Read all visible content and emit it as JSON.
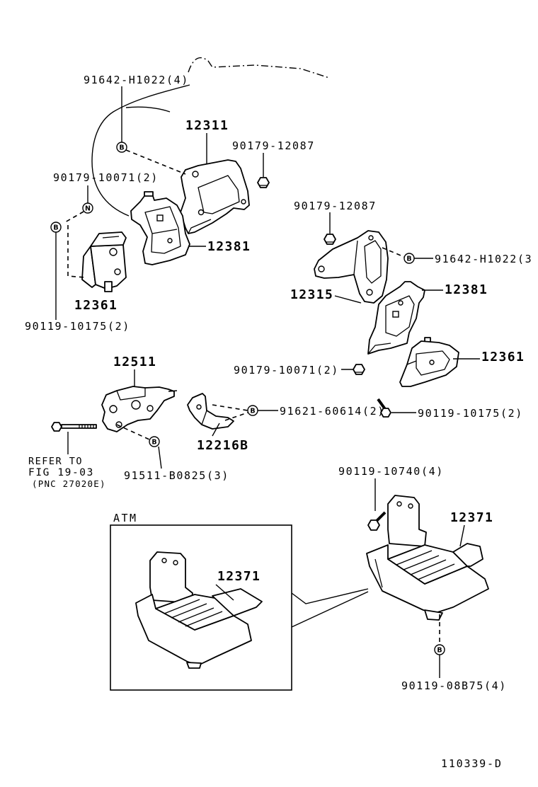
{
  "callouts": {
    "bolt_91642_h1022_qty4": "91642-H1022(4)",
    "bracket_12311": "12311",
    "nut_90179_12087_upper": "90179-12087",
    "nut_90179_10071_upper": "90179-10071(2)",
    "insulator_12381_left": "12381",
    "insulator_12361_left": "12361",
    "bolt_90119_10175_left": "90119-10175(2)",
    "nut_90179_12087_right": "90179-12087",
    "bolt_91642_h1022_qty3": "91642-H1022(3",
    "insulator_12381_right": "12381",
    "bracket_12315": "12315",
    "insulator_12361_right": "12361",
    "bracket_12511": "12511",
    "nut_90179_10071_middle": "90179-10071(2)",
    "bolt_91621_60614": "91621-60614(2)",
    "bolt_90119_10175_right": "90119-10175(2)",
    "bracket_12216b": "12216B",
    "bolt_91511_b0825": "91511-B0825(3)",
    "bolt_90119_10740": "90119-10740(4)",
    "insulator_12371_rear": "12371",
    "insulator_12371_atm": "12371",
    "bolt_90119_08b75": "90119-08B75(4)"
  },
  "reference_note": {
    "line1": "REFER TO",
    "line2": "FIG 19-03",
    "line3": "(PNC 27020E)"
  },
  "atm_inset_label": "ATM",
  "markers": {
    "bolt": "B",
    "nut": "N"
  },
  "illustration_number": "110339-D"
}
